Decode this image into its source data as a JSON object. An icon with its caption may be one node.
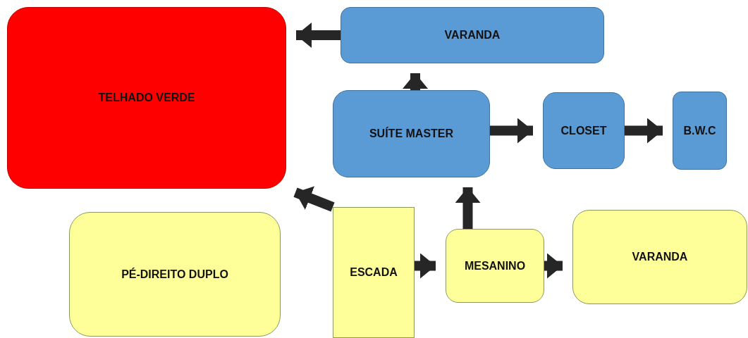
{
  "diagram": {
    "nodes": [
      {
        "text": [
          "TELHADO VERDE"
        ]
      },
      {
        "text": [
          "VARANDA"
        ]
      },
      {
        "text": [
          "SUÍTE MASTER"
        ]
      },
      {
        "text": [
          "CLOSET"
        ]
      },
      {
        "text": [
          "B.W.C"
        ]
      },
      {
        "text": [
          "PÉ-DIREITO DUPLO"
        ]
      },
      {
        "text": [
          "ESCADA"
        ]
      },
      {
        "text": [
          "MESANINO"
        ]
      },
      {
        "text": [
          "VARANDA"
        ]
      }
    ],
    "edges": [
      {
        "from": 1,
        "to": 0,
        "arrow": "to"
      },
      {
        "from": 2,
        "to": 1,
        "arrow": "to"
      },
      {
        "from": 2,
        "to": 3,
        "arrow": "to"
      },
      {
        "from": 3,
        "to": 4,
        "arrow": "to"
      },
      {
        "from": 6,
        "to": 0,
        "arrow": "to"
      },
      {
        "from": 7,
        "to": 2,
        "arrow": "to"
      },
      {
        "from": 6,
        "to": 7,
        "arrow": "to"
      },
      {
        "from": 7,
        "to": 8,
        "arrow": "to"
      }
    ]
  }
}
